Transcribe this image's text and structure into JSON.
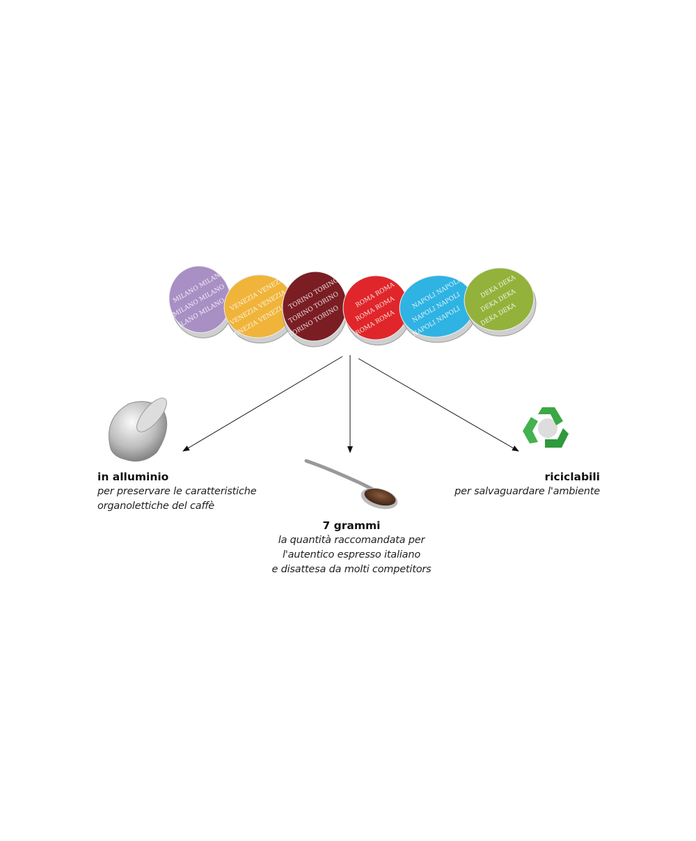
{
  "capsules": [
    {
      "name": "MILANO",
      "color": "#a88fc4"
    },
    {
      "name": "VENEZIA",
      "color": "#f0b43a"
    },
    {
      "name": "TORINO",
      "color": "#7a1e24"
    },
    {
      "name": "ROMA",
      "color": "#e0262a"
    },
    {
      "name": "NAPOLI",
      "color": "#2fb3e3"
    },
    {
      "name": "DEKA",
      "color": "#93b23c"
    }
  ],
  "features": {
    "aluminium": {
      "title": "in alluminio",
      "lines": [
        "per preservare le caratteristiche",
        "organolettiche del caffè"
      ]
    },
    "grams": {
      "title": "7 grammi",
      "lines": [
        "la quantità raccomandata per",
        "l'autentico espresso italiano",
        "e disattesa da molti competitors"
      ]
    },
    "recyclable": {
      "title": "riciclabili",
      "lines": [
        "per salvaguardare l'ambiente"
      ]
    }
  }
}
